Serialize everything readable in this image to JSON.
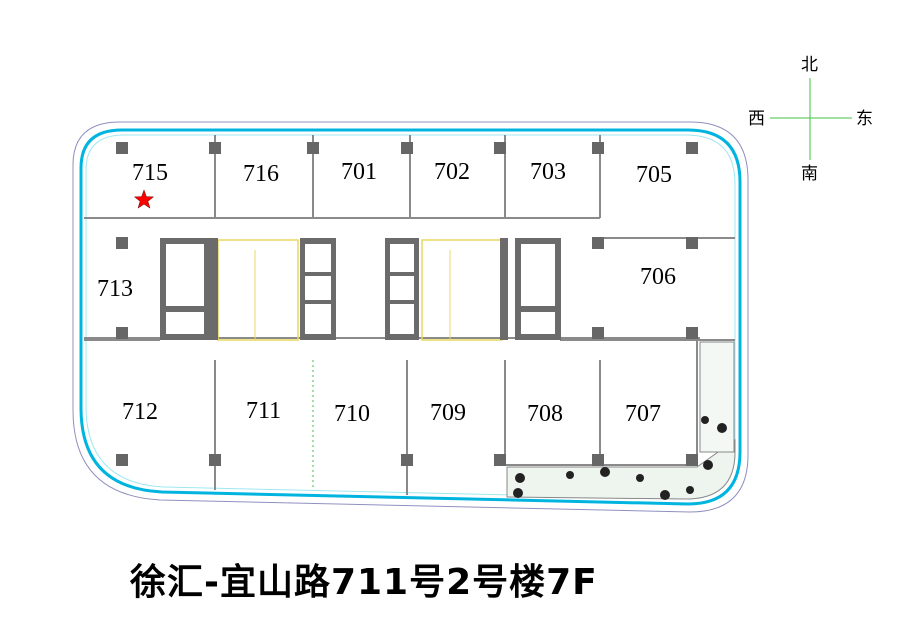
{
  "title": "徐汇-宜山路711号2号楼7F",
  "compass": {
    "north": "北",
    "south": "南",
    "east": "东",
    "west": "西"
  },
  "rooms": {
    "r715": "715",
    "r716": "716",
    "r701": "701",
    "r702": "702",
    "r703": "703",
    "r705": "705",
    "r713": "713",
    "r706": "706",
    "r712": "712",
    "r711": "711",
    "r710": "710",
    "r709": "709",
    "r708": "708",
    "r707": "707"
  },
  "marker": {
    "room": "715",
    "color": "#ff0000"
  },
  "colors": {
    "outline": "#00b4e0",
    "wall": "#8a8a8a",
    "pillar": "#666666",
    "core_fixtures": "#f0e060",
    "compass_line": "#40c040"
  }
}
